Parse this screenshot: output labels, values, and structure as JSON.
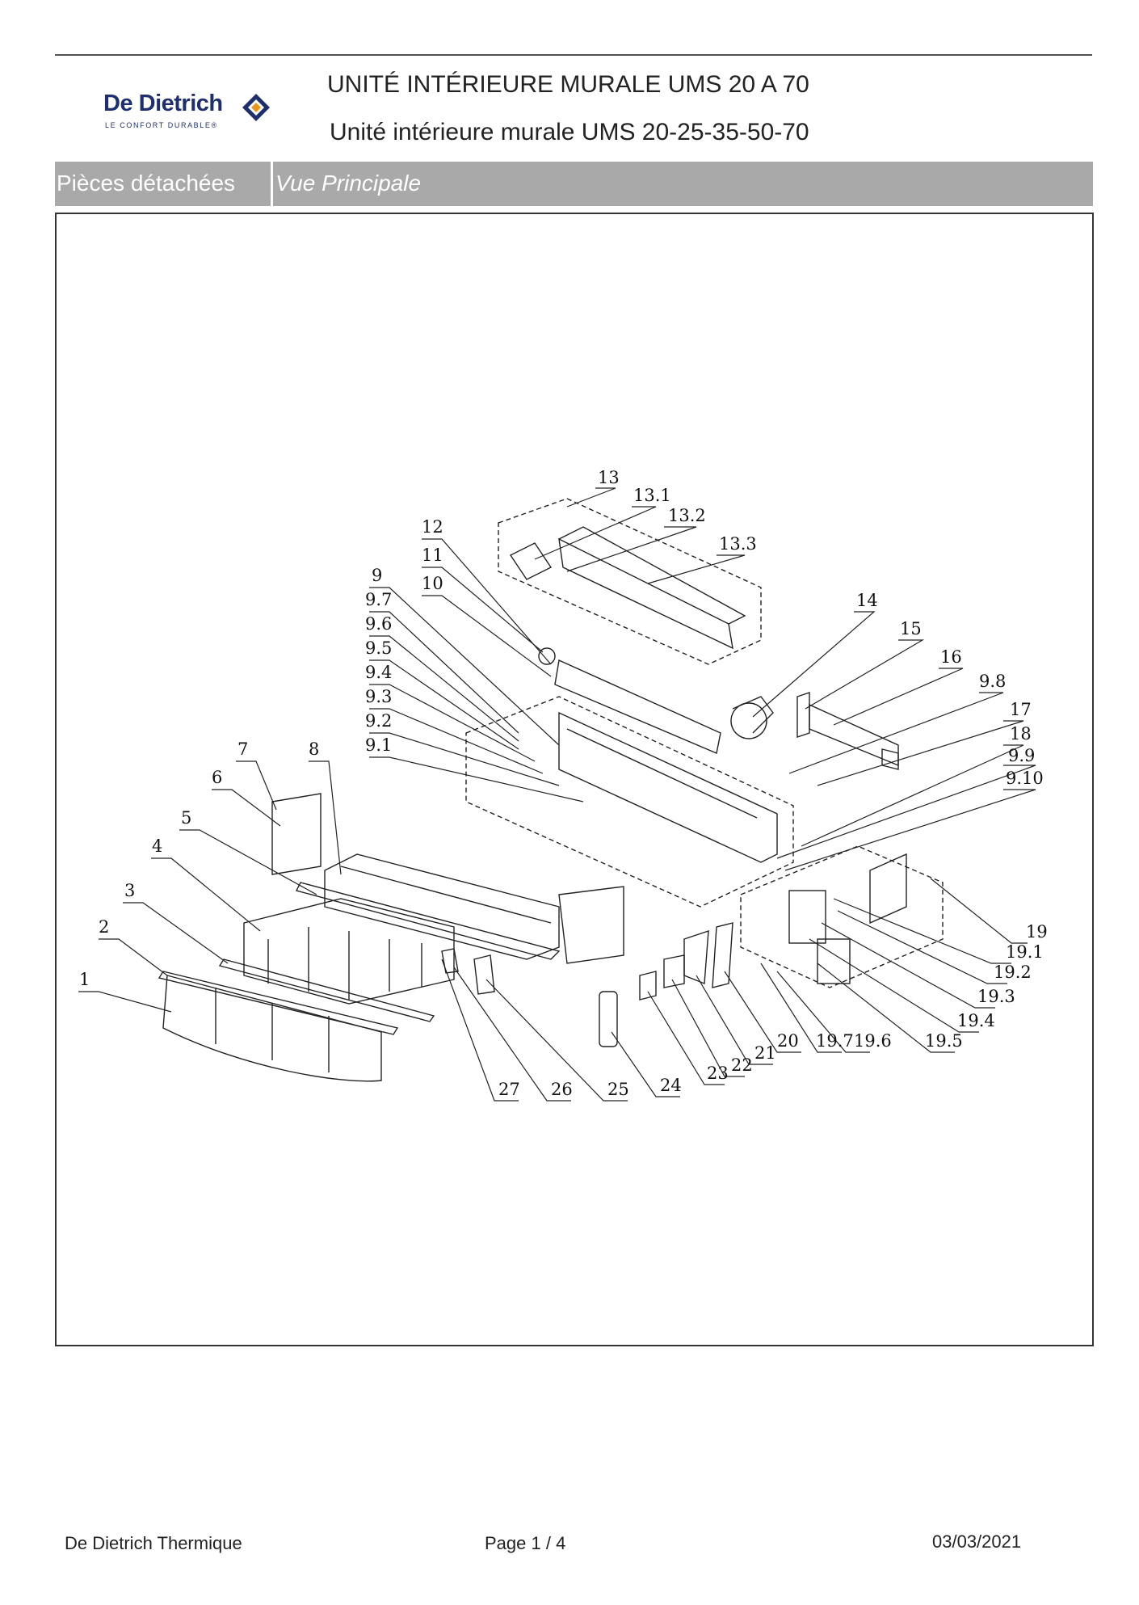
{
  "header": {
    "brand_name": "De Dietrich",
    "brand_tagline": "LE CONFORT DURABLE®",
    "title": "UNITÉ INTÉRIEURE MURALE UMS 20 A 70",
    "subtitle": "Unité intérieure murale UMS 20-25-35-50-70"
  },
  "section_bar": {
    "category": "Pièces détachées",
    "view": "Vue Principale"
  },
  "diagram": {
    "callouts": [
      "1",
      "2",
      "3",
      "4",
      "5",
      "6",
      "7",
      "8",
      "9",
      "9.1",
      "9.2",
      "9.3",
      "9.4",
      "9.5",
      "9.6",
      "9.7",
      "9.8",
      "9.9",
      "9.10",
      "10",
      "11",
      "12",
      "13",
      "13.1",
      "13.2",
      "13.3",
      "14",
      "15",
      "16",
      "17",
      "18",
      "19",
      "19.1",
      "19.2",
      "19.3",
      "19.4",
      "19.5",
      "19.6",
      "19.7",
      "20",
      "21",
      "22",
      "23",
      "24",
      "25",
      "26",
      "27"
    ]
  },
  "footer": {
    "company": "De Dietrich Thermique",
    "page_label": "Page   1  /  4",
    "date": "03/03/2021"
  },
  "colors": {
    "brand_blue": "#1f2f6b",
    "brand_orange": "#e8961e",
    "bar_gray": "#a9a9a9"
  }
}
